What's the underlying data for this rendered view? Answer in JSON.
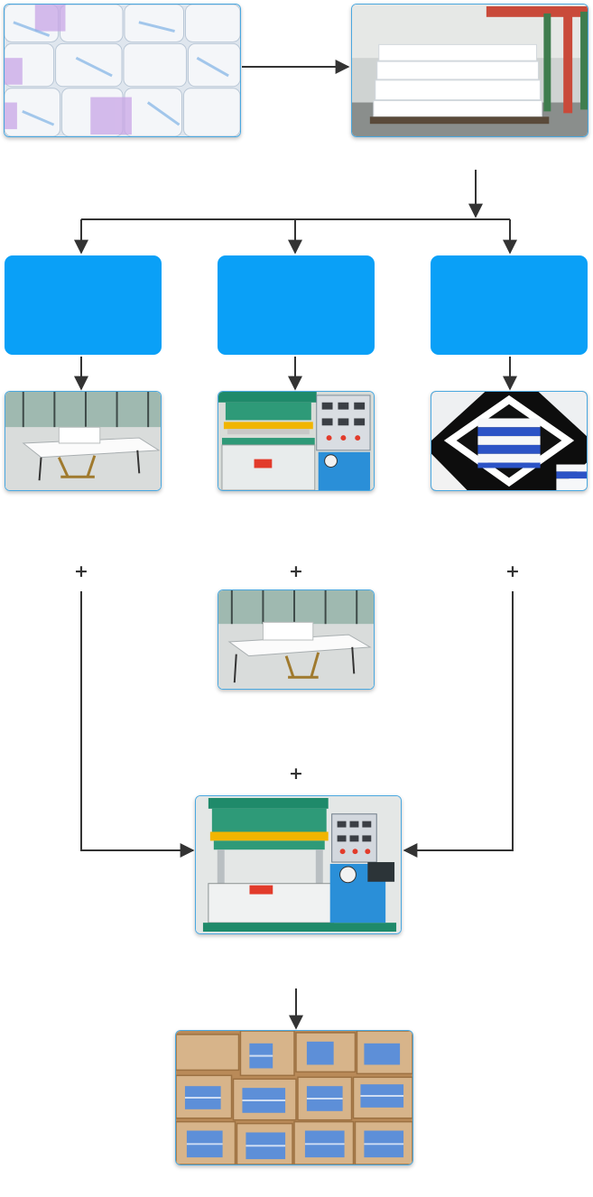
{
  "diagram": {
    "steps": [
      {
        "id": "step-1",
        "label": ""
      },
      {
        "id": "step-2",
        "label": ""
      },
      {
        "id": "step-3",
        "label": ""
      }
    ],
    "plus_symbol": "+"
  },
  "colors": {
    "step_box": "#0aa0f7",
    "photo_border": "#4aa8e0",
    "arrow": "#333333"
  }
}
